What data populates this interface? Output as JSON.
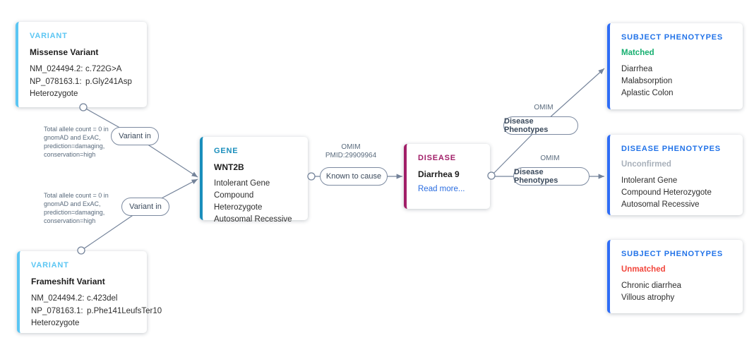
{
  "cards": {
    "variant_top": {
      "title": "VARIANT",
      "type": "Missense Variant",
      "transcript_label": "NM_024494.2:",
      "transcript_value": "c.722G>A",
      "protein_label": "NP_078163.1:",
      "protein_value": "p.Gly241Asp",
      "zygosity": "Heterozygote"
    },
    "variant_bottom": {
      "title": "VARIANT",
      "type": "Frameshift Variant",
      "transcript_label": "NM_024494.2:",
      "transcript_value": "c.423del",
      "protein_label": "NP_078163.1:",
      "protein_value": "p.Phe141LeufsTer10",
      "zygosity": "Heterozygote"
    },
    "gene": {
      "title": "GENE",
      "name": "WNT2B",
      "attributes": [
        "Intolerant Gene",
        "Compound Heterozygote",
        "Autosomal Recessive"
      ]
    },
    "disease": {
      "title": "DISEASE",
      "name": "Diarrhea 9",
      "link": "Read more..."
    },
    "subject_matched": {
      "title": "SUBJECT PHENOTYPES",
      "status": "Matched",
      "items": [
        "Diarrhea",
        "Malabsorption",
        "Aplastic Colon"
      ]
    },
    "disease_phenotypes": {
      "title": "DISEASE PHENOTYPES",
      "status": "Unconfirmed",
      "items": [
        "Intolerant Gene",
        "Compound Heterozygote",
        "Autosomal Recessive"
      ]
    },
    "subject_unmatched": {
      "title": "SUBJECT PHENOTYPES",
      "status": "Unmatched",
      "items": [
        "Chronic diarrhea",
        "Villous atrophy"
      ]
    }
  },
  "edges": {
    "variant_in_top": "Variant in",
    "variant_in_bottom": "Variant in",
    "known_to_cause": "Known to cause",
    "known_source": "OMIM",
    "known_pmid": "PMID:29909964",
    "disease_phenotypes_top": "Disease Phenotypes",
    "disease_phenotypes_bottom": "Disease Phenotypes",
    "omim_top": "OMIM",
    "omim_bottom": "OMIM",
    "annotation_top": "Total allele count = 0 in gnomAD and ExAC, prediction=damaging, conservation=high",
    "annotation_bottom": "Total allele count = 0 in gnomAD and ExAC, prediction=damaging, conservation=high"
  },
  "colors": {
    "variant_accent": "#5bc6f3",
    "gene_accent": "#1a8ebc",
    "disease_accent": "#a11e68",
    "phenotype_accent": "#2f6df6",
    "phenotype_title": "#2273e8",
    "matched_green": "#16af70",
    "unmatched_red": "#f2463c",
    "unconfirmed_gray": "#a8b0ba",
    "link_blue": "#2b6de0",
    "edge_color": "#74839a"
  }
}
